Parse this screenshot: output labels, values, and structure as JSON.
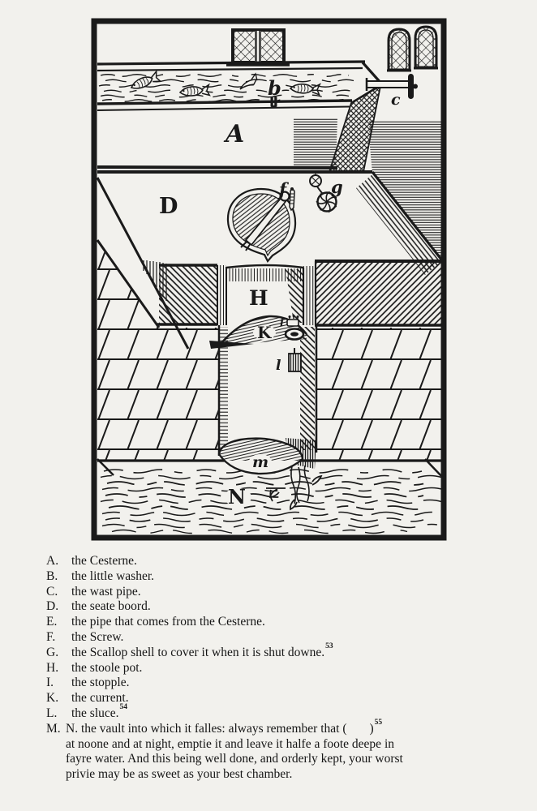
{
  "page": {
    "paper_color": "#f2f1ed",
    "ink_color": "#1a1a1a",
    "description": "Scanned book page: woodcut diagram of a privy (water closet) with cistern, seat board and stool pot, above a lettered key"
  },
  "figure": {
    "labels": {
      "a": "A",
      "b": "b",
      "c": "c",
      "d": "D",
      "f": "f",
      "g": "g",
      "h": "H",
      "k": "K",
      "i": "i",
      "l": "l",
      "m": "m",
      "n": "N"
    }
  },
  "legend": {
    "items": [
      {
        "key": "A.",
        "text": "the Cesterne."
      },
      {
        "key": "B.",
        "text": "the little washer."
      },
      {
        "key": "C.",
        "text": "the wast pipe."
      },
      {
        "key": "D.",
        "text": "the seate boord."
      },
      {
        "key": "E.",
        "text": "the pipe that comes from the Cesterne."
      },
      {
        "key": "F.",
        "text": "the Screw."
      },
      {
        "key": "G.",
        "text": "the Scallop shell to cover it when it is shut downe.",
        "sup": "53"
      },
      {
        "key": "H.",
        "text": "the stoole pot."
      },
      {
        "key": "I.",
        "text": "the stopple."
      },
      {
        "key": "K.",
        "text": "the current."
      },
      {
        "key": "L.",
        "text": "the sluce.",
        "sup": "54"
      }
    ],
    "m_item": {
      "key": "M.",
      "line1_pre": "N. the vault into which it falles: always remember that (",
      "line1_close": ")",
      "sup": "55",
      "line2": "at noone and at night, emptie it and leave it halfe a foote deepe in",
      "line3": "fayre water. And this being well done, and orderly kept, your worst",
      "line4": "privie may be as sweet as your best chamber."
    }
  }
}
